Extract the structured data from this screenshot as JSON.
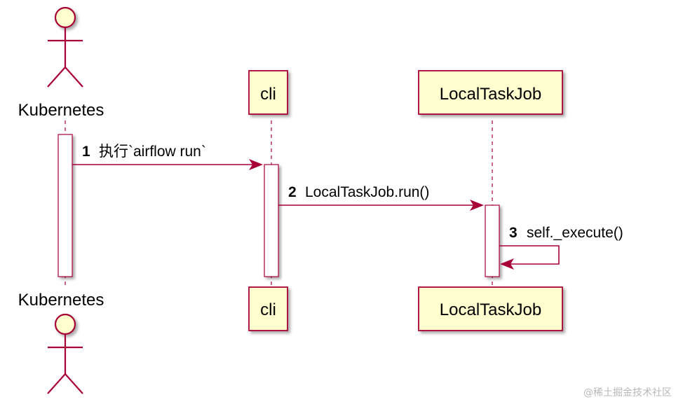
{
  "colors": {
    "border": "#A80036",
    "participant_fill": "#FEFECE",
    "activation_fill": "#FFFFFF",
    "text": "#000000",
    "watermark": "#B8B8B8"
  },
  "participants": [
    {
      "id": "kubernetes",
      "label": "Kubernetes",
      "kind": "actor"
    },
    {
      "id": "cli",
      "label": "cli",
      "kind": "participant"
    },
    {
      "id": "localtaskjob",
      "label": "LocalTaskJob",
      "kind": "participant"
    }
  ],
  "messages": [
    {
      "number": "1",
      "text": "执行`airflow run`",
      "from": "kubernetes",
      "to": "cli"
    },
    {
      "number": "2",
      "text": "LocalTaskJob.run()",
      "from": "cli",
      "to": "localtaskjob"
    },
    {
      "number": "3",
      "text": "self._execute()",
      "from": "localtaskjob",
      "to": "localtaskjob"
    }
  ],
  "watermark": "@稀土掘金技术社区"
}
